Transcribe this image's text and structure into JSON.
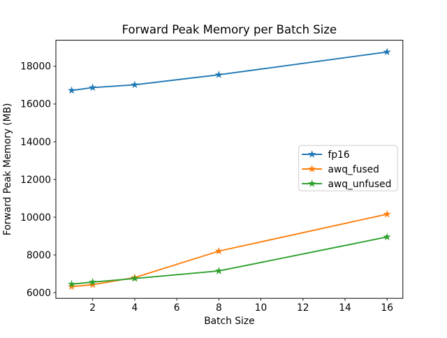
{
  "chart_data": {
    "type": "line",
    "title": "Forward Peak Memory per Batch Size",
    "xlabel": "Batch Size",
    "ylabel": "Forward Peak Memory (MB)",
    "x": [
      1,
      2,
      4,
      8,
      16
    ],
    "series": [
      {
        "name": "fp16",
        "color": "#1f77b4",
        "values": [
          16720,
          16870,
          17020,
          17550,
          18760
        ]
      },
      {
        "name": "awq_fused",
        "color": "#ff7f0e",
        "values": [
          6320,
          6420,
          6800,
          8200,
          10160
        ]
      },
      {
        "name": "awq_unfused",
        "color": "#2ca02c",
        "values": [
          6450,
          6560,
          6750,
          7150,
          8950
        ]
      }
    ],
    "marker": "star",
    "xticks": [
      2,
      4,
      6,
      8,
      10,
      12,
      14,
      16
    ],
    "yticks": [
      6000,
      8000,
      10000,
      12000,
      14000,
      16000,
      18000
    ],
    "xlim": [
      0.25,
      16.75
    ],
    "ylim": [
      5698,
      19382
    ],
    "grid": false,
    "legend_position": "center-right",
    "background": "#ffffff",
    "axis_color": "#000000"
  }
}
